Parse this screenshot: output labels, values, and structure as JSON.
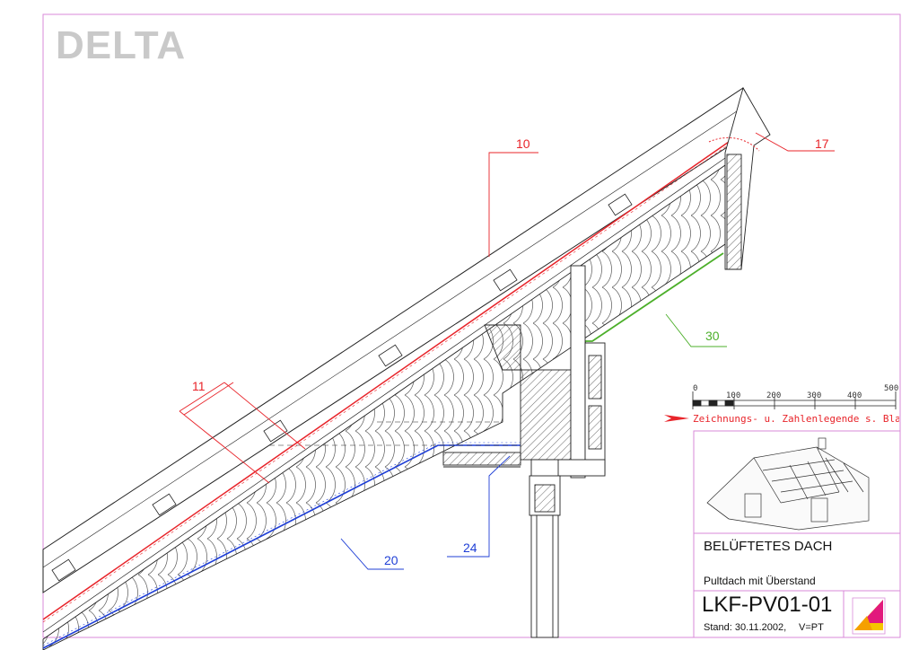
{
  "logo": "DELTA",
  "callouts": [
    {
      "id": "10",
      "label": "10",
      "color": "#e8242a"
    },
    {
      "id": "11",
      "label": "11",
      "color": "#e8242a"
    },
    {
      "id": "17",
      "label": "17",
      "color": "#e8242a"
    },
    {
      "id": "20",
      "label": "20",
      "color": "#1f3fd6"
    },
    {
      "id": "24",
      "label": "24",
      "color": "#1f3fd6"
    },
    {
      "id": "30",
      "label": "30",
      "color": "#4caf2a"
    }
  ],
  "scale_bar": {
    "ticks": [
      "0",
      "100",
      "200",
      "300",
      "400",
      "500"
    ]
  },
  "legend_note": "Zeichnungs- u. Zahlenlegende s. Blatt DLT-LGD",
  "title_block": {
    "title": "BELÜFTETES DACH",
    "subtitle": "Pultdach mit Überstand",
    "drawing_number": "LKF-PV01-01",
    "stand": "Stand: 30.11.2002,",
    "author": "V=PT"
  },
  "colors": {
    "frame": "#d98ad9",
    "membrane_red": "#e8242a",
    "membrane_blue": "#1f3fd6",
    "membrane_green": "#4caf2a",
    "line": "#222222",
    "logo": "#c9c9c9"
  }
}
